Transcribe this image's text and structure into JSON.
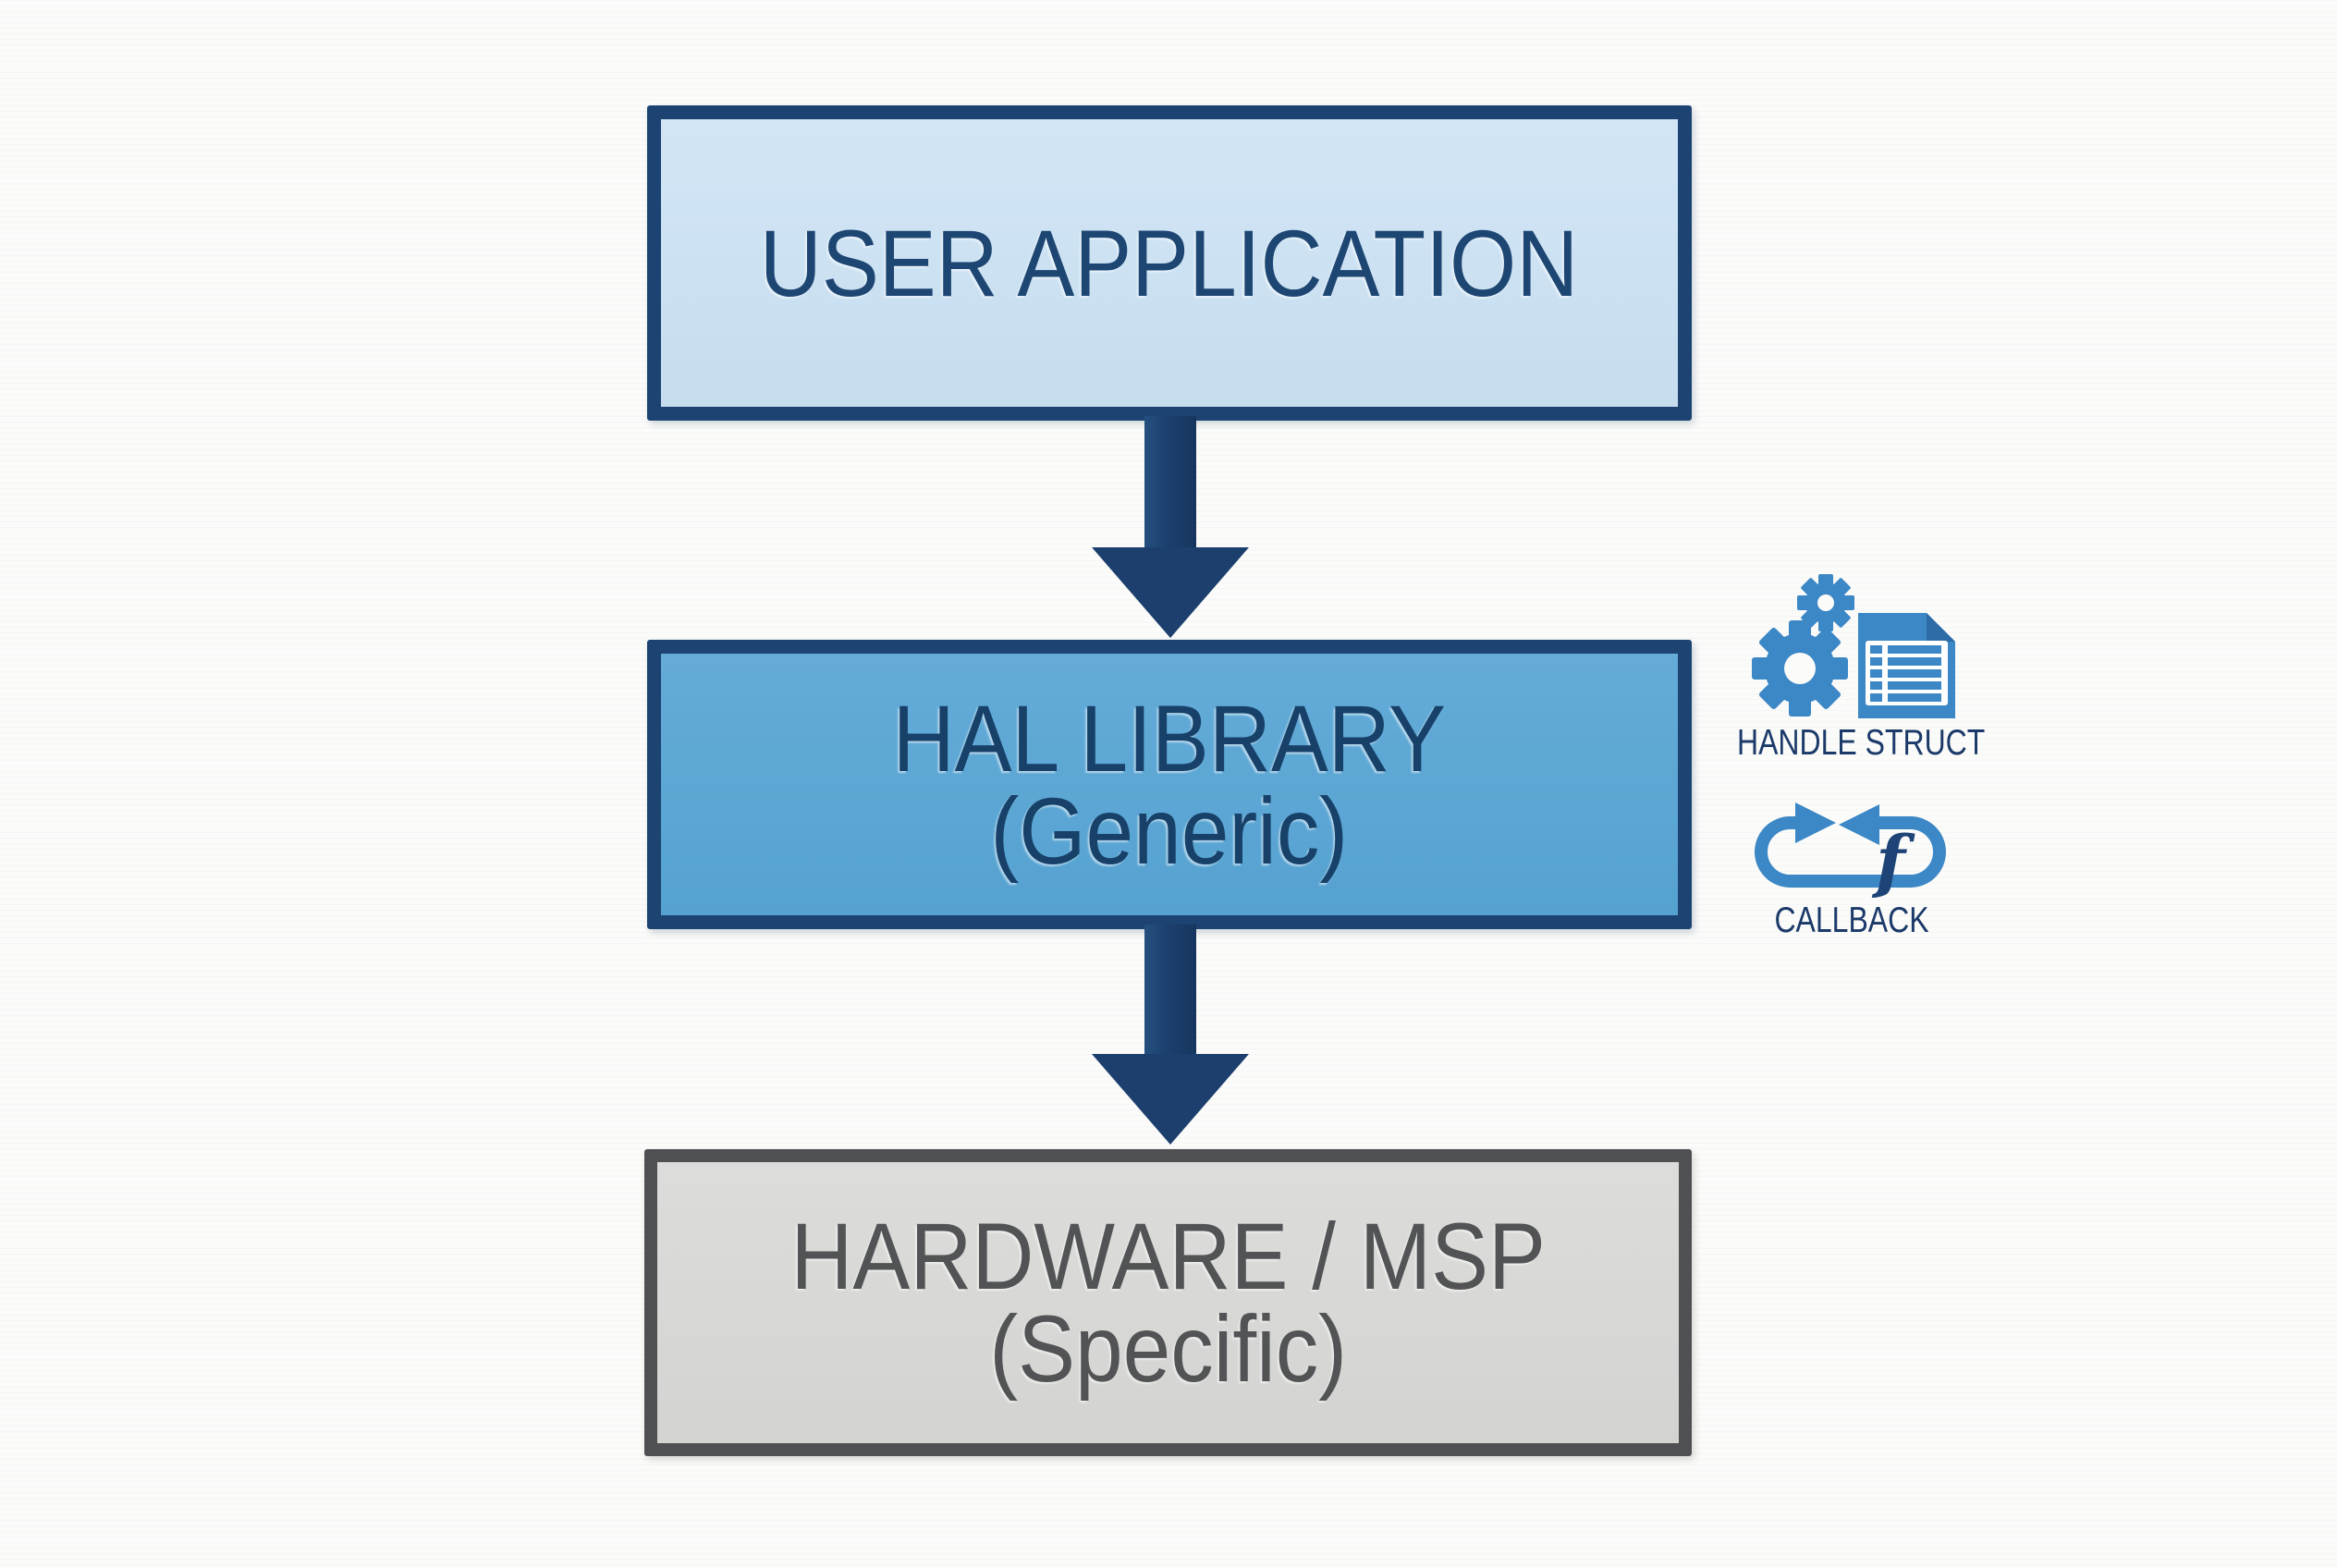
{
  "diagram": {
    "background_color": "#fbfbf9",
    "arrow_color": "#1c3f6e",
    "icon_color": "#3c87c6",
    "annotation_text_color": "#1b3a69",
    "layers": [
      {
        "id": "user-application",
        "label": "USER APPLICATION",
        "sublabel": null,
        "fill_color": "#cde2f3",
        "border_color": "#1c4371",
        "text_color": "#1d4673"
      },
      {
        "id": "hal-library",
        "label": "HAL LIBRARY",
        "sublabel": "(Generic)",
        "fill_color": "#5ea9d6",
        "border_color": "#1c4371",
        "text_color": "#174169"
      },
      {
        "id": "hardware-msp",
        "label": "HARDWARE / MSP",
        "sublabel": "(Specific)",
        "fill_color": "#d7d7d5",
        "border_color": "#4f5052",
        "text_color": "#515355"
      }
    ],
    "arrows": [
      {
        "from": "user-application",
        "to": "hal-library",
        "direction": "down"
      },
      {
        "from": "hal-library",
        "to": "hardware-msp",
        "direction": "down"
      }
    ],
    "annotations": [
      {
        "id": "handle-struct",
        "label": "HANDLE STRUCT",
        "icon": "gears-and-table-document-icon"
      },
      {
        "id": "callback",
        "label": "CALLBACK",
        "icon": "loop-arrows-function-icon",
        "symbol": "f"
      }
    ]
  }
}
